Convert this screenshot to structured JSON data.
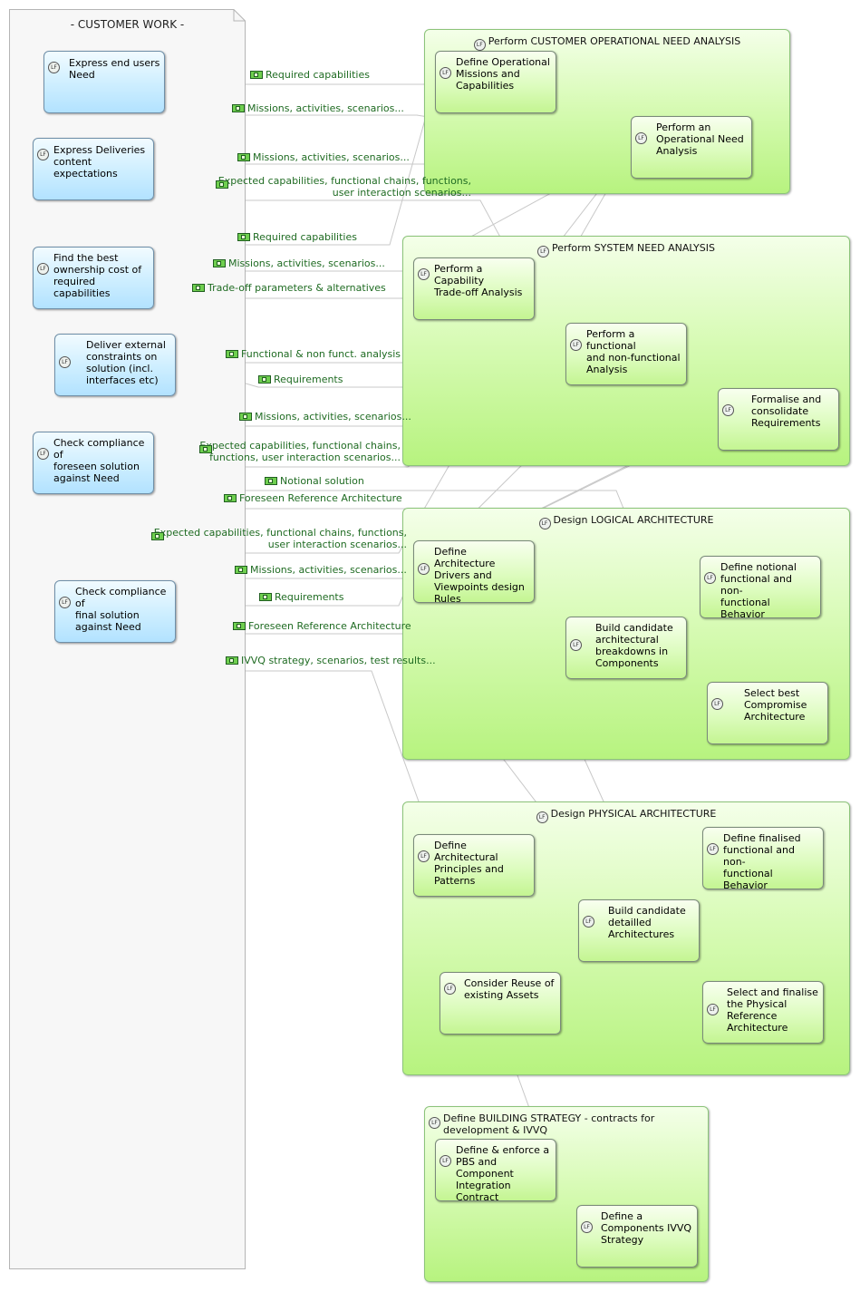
{
  "customer_work": {
    "title": "- CUSTOMER WORK -",
    "activities": [
      {
        "id": "c1",
        "label": "Express end users\nNeed"
      },
      {
        "id": "c2",
        "label": "Express Deliveries\ncontent expectations"
      },
      {
        "id": "c3",
        "label": "Find the best\nownership cost of\nrequired capabilities"
      },
      {
        "id": "c4",
        "label": "Deliver external\nconstraints on\nsolution (incl.\ninterfaces etc)"
      },
      {
        "id": "c5",
        "label": "Check compliance of\nforeseen solution\nagainst Need"
      },
      {
        "id": "c6",
        "label": "Check compliance of\nfinal solution\nagainst Need"
      }
    ]
  },
  "groups": [
    {
      "id": "g1",
      "title": "Perform CUSTOMER OPERATIONAL NEED ANALYSIS",
      "activities": [
        {
          "id": "a11",
          "label": "Define Operational\nMissions and\nCapabilities"
        },
        {
          "id": "a12",
          "label": "Perform an\nOperational Need\nAnalysis"
        }
      ]
    },
    {
      "id": "g2",
      "title": "Perform SYSTEM NEED ANALYSIS",
      "activities": [
        {
          "id": "a21",
          "label": "Perform a Capability\nTrade-off Analysis"
        },
        {
          "id": "a22",
          "label": "Perform a functional\nand non-functional\nAnalysis"
        },
        {
          "id": "a23",
          "label": "Formalise and\nconsolidate\nRequirements"
        }
      ]
    },
    {
      "id": "g3",
      "title": "Design LOGICAL ARCHITECTURE",
      "activities": [
        {
          "id": "a31",
          "label": "Define Architecture\nDrivers and\nViewpoints design\nRules"
        },
        {
          "id": "a32",
          "label": "Define notional\nfunctional and non-\nfunctional Behavior"
        },
        {
          "id": "a33",
          "label": "Build candidate\narchitectural\nbreakdowns in\nComponents"
        },
        {
          "id": "a34",
          "label": "Select best\nCompromise\nArchitecture"
        }
      ]
    },
    {
      "id": "g4",
      "title": "Design PHYSICAL ARCHITECTURE",
      "activities": [
        {
          "id": "a41",
          "label": "Define Architectural\nPrinciples and\nPatterns"
        },
        {
          "id": "a42",
          "label": "Define finalised\nfunctional and non-\nfunctional Behavior"
        },
        {
          "id": "a43",
          "label": "Build candidate\ndetailled\nArchitectures"
        },
        {
          "id": "a44",
          "label": "Consider Reuse of\nexisting Assets"
        },
        {
          "id": "a45",
          "label": "Select and finalise\nthe Physical\nReference\nArchitecture"
        }
      ]
    },
    {
      "id": "g5",
      "title": "Define BUILDING STRATEGY - contracts for development & IVVQ",
      "activities": [
        {
          "id": "a51",
          "label": "Define & enforce a\nPBS and Component\nIntegration Contract"
        },
        {
          "id": "a52",
          "label": "Define a\nComponents IVVQ\nStrategy"
        }
      ]
    }
  ],
  "flows": [
    {
      "id": "f1",
      "label": "Required capabilities"
    },
    {
      "id": "f2",
      "label": "Missions, activities, scenarios..."
    },
    {
      "id": "f3",
      "label": "Missions, activities, scenarios..."
    },
    {
      "id": "f4",
      "label": "Expected capabilities,  functional chains, functions,\nuser interaction scenarios..."
    },
    {
      "id": "f5",
      "label": "Required capabilities"
    },
    {
      "id": "f6",
      "label": "Missions, activities, scenarios..."
    },
    {
      "id": "f7",
      "label": "Trade-off parameters & alternatives"
    },
    {
      "id": "f8",
      "label": "Functional & non funct. analysis"
    },
    {
      "id": "f9",
      "label": "Requirements"
    },
    {
      "id": "f10",
      "label": "Missions, activities, scenarios..."
    },
    {
      "id": "f11",
      "label": "Expected capabilities,  functional chains,\nfunctions, user interaction scenarios..."
    },
    {
      "id": "f12",
      "label": "Notional solution"
    },
    {
      "id": "f13",
      "label": "Foreseen Reference Architecture"
    },
    {
      "id": "f14",
      "label": "Expected capabilities,  functional chains, functions,\nuser interaction scenarios..."
    },
    {
      "id": "f15",
      "label": "Missions, activities, scenarios..."
    },
    {
      "id": "f16",
      "label": "Requirements"
    },
    {
      "id": "f17",
      "label": "Foreseen Reference Architecture"
    },
    {
      "id": "f18",
      "label": "IVVQ strategy, scenarios, test results..."
    }
  ],
  "icons": {
    "activity": "lf-icon",
    "flow": "functional-exchange-icon"
  },
  "colors": {
    "customer_box": "#b2e2ff",
    "activity_box": "#c4f592",
    "group_fill": "#b7f37f",
    "flow_text": "#1f6b22",
    "connector": "#c8c8c8"
  }
}
